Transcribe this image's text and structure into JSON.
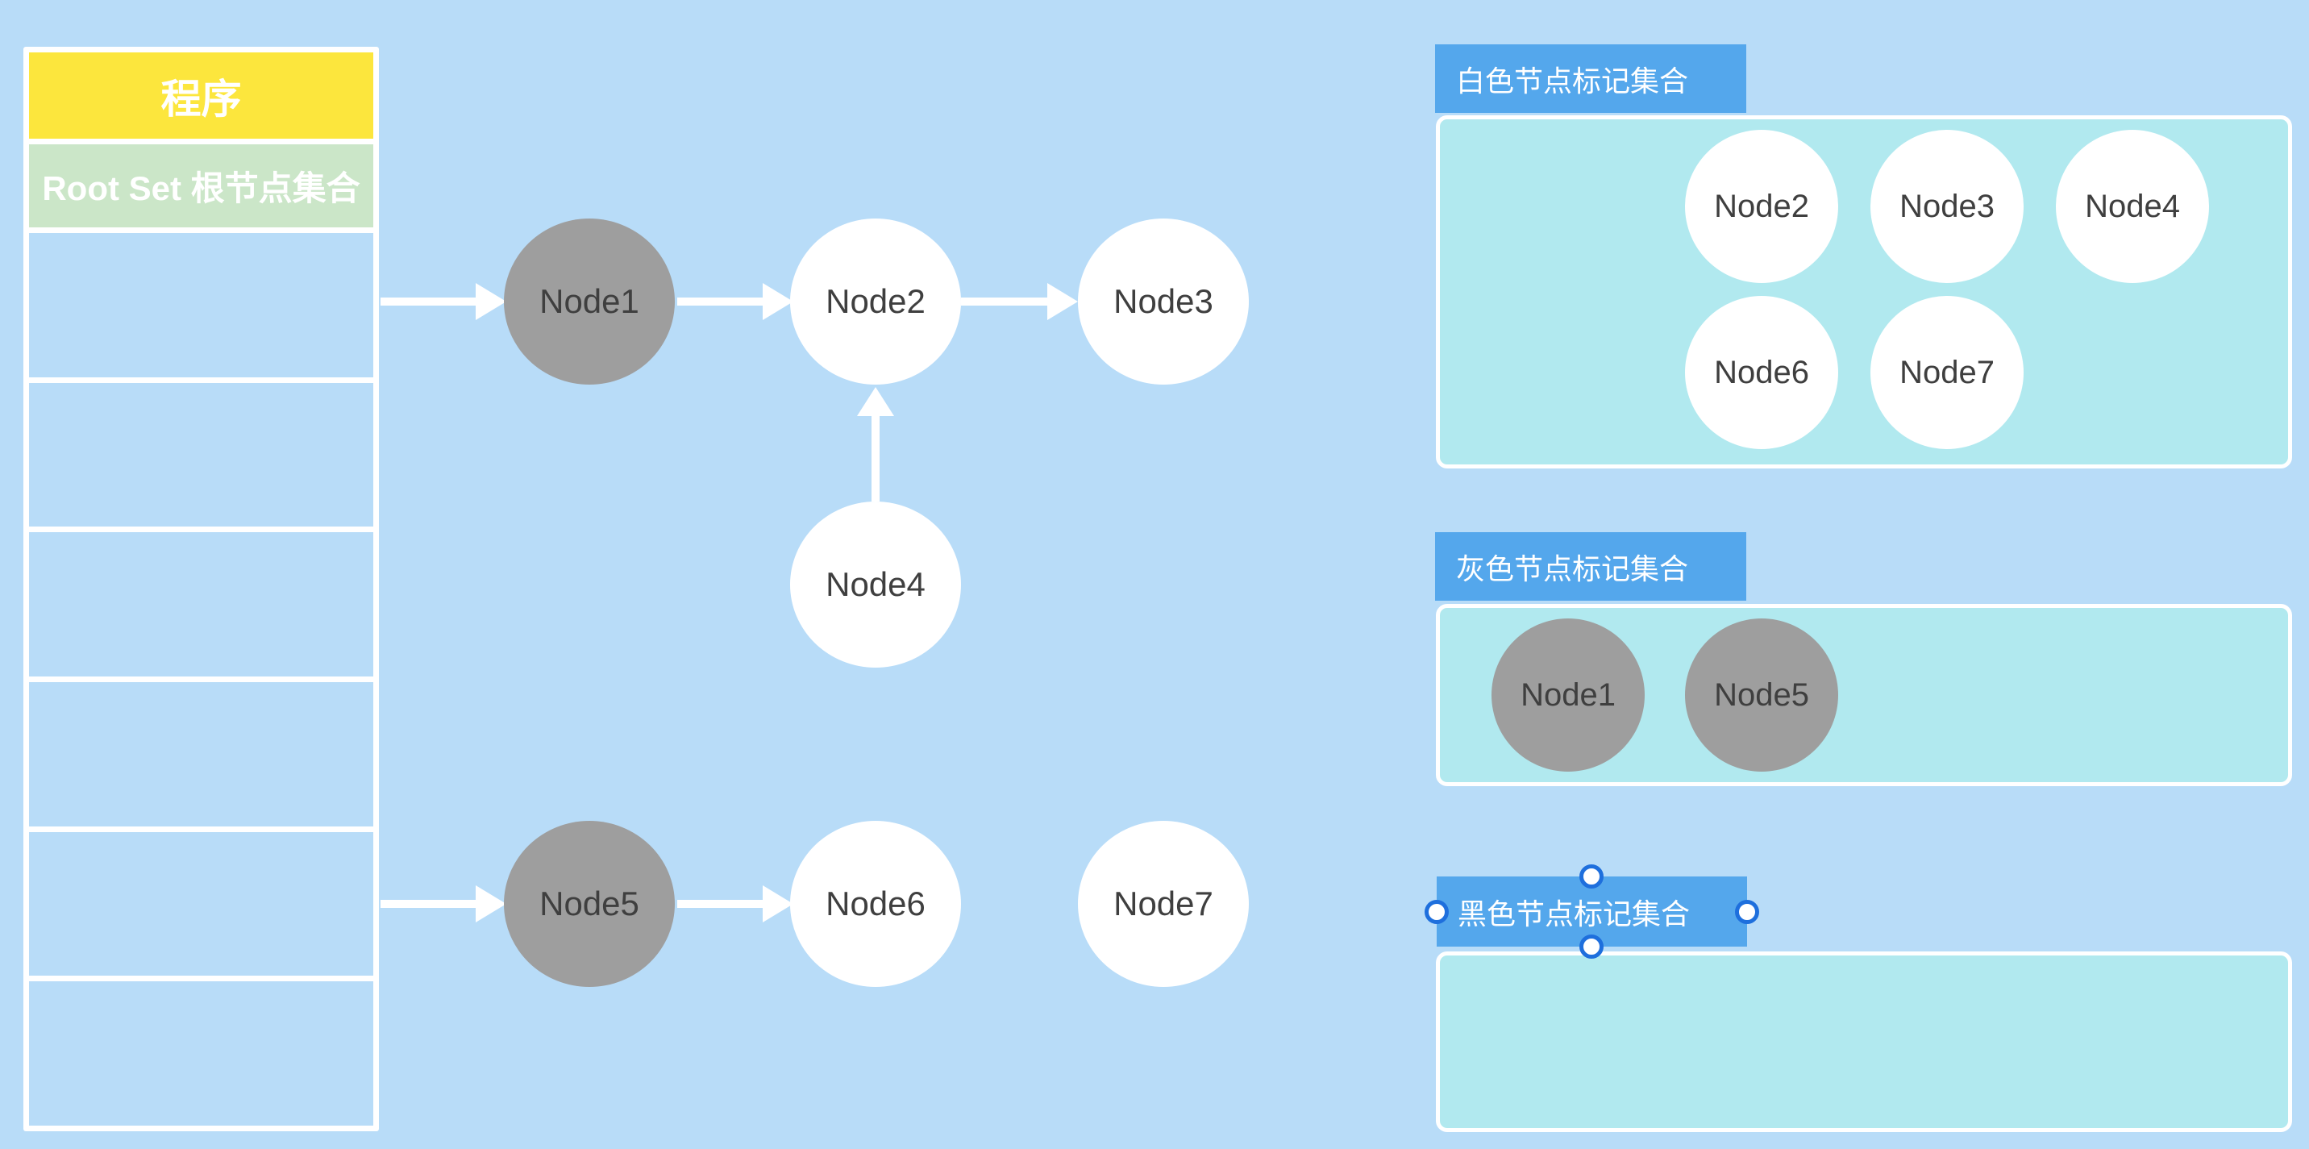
{
  "memory_table": {
    "title": "程序",
    "root_set_label": "Root Set 根节点集合",
    "empty_slot_count": 6
  },
  "heap_graph": {
    "nodes": [
      {
        "label": "Node1",
        "color": "gray"
      },
      {
        "label": "Node2",
        "color": "white"
      },
      {
        "label": "Node3",
        "color": "white"
      },
      {
        "label": "Node4",
        "color": "white"
      },
      {
        "label": "Node5",
        "color": "gray"
      },
      {
        "label": "Node6",
        "color": "white"
      },
      {
        "label": "Node7",
        "color": "white"
      }
    ],
    "edges": [
      "RootSet->Node1",
      "Node1->Node2",
      "Node2->Node3",
      "Node4->Node2",
      "RootSet->Node5",
      "Node5->Node6"
    ]
  },
  "panels": {
    "white_set": {
      "title": "白色节点标记集合",
      "nodes": [
        "Node2",
        "Node3",
        "Node4",
        "Node6",
        "Node7"
      ]
    },
    "gray_set": {
      "title": "灰色节点标记集合",
      "nodes": [
        "Node1",
        "Node5"
      ]
    },
    "black_set": {
      "title": "黑色节点标记集合",
      "nodes": [],
      "selected": true
    }
  },
  "colors": {
    "background": "#b8dcf8",
    "table_title_fill": "#fce63d",
    "root_set_fill": "#cbe6c8",
    "tab_fill": "#54a7ec",
    "set_box_fill": "#b1e9ef",
    "gray_node_fill": "#9e9e9e",
    "white_node_fill": "#ffffff",
    "node_text": "#3f3f3f",
    "arrow": "#ffffff",
    "selection_handle_ring": "#1e6fdd"
  }
}
